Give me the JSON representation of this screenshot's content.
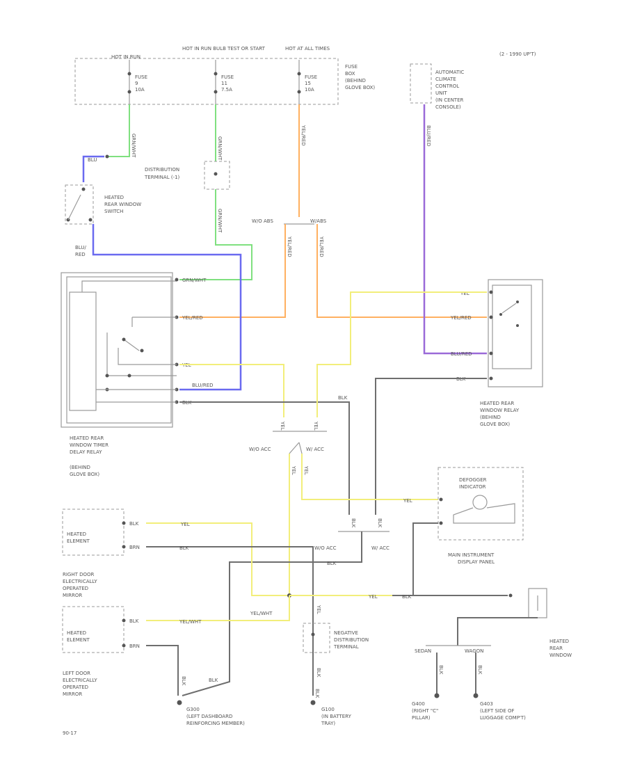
{
  "header": {
    "tag": "(2 - 1990 UP'T)"
  },
  "fuse_box": {
    "source_1": "HOT IN RUN",
    "source_2": "HOT IN RUN BULB TEST OR START",
    "source_3": "HOT AT ALL TIMES",
    "fuse_1": [
      "FUSE",
      "9",
      "10A"
    ],
    "fuse_2": [
      "FUSE",
      "11",
      "7.5A"
    ],
    "fuse_3": [
      "FUSE",
      "15",
      "10A"
    ],
    "label": [
      "FUSE",
      "BOX",
      "(BEHIND",
      "GLOVE BOX)"
    ]
  },
  "climate_unit": {
    "label": [
      "AUTOMATIC",
      "CLIMATE",
      "CONTROL",
      "UNIT",
      "(IN CENTER",
      "CONSOLE)"
    ]
  },
  "wire_labels": {
    "w1": "GRN/WHT",
    "w2": "GRN/WHT",
    "w3": "YEL/RED",
    "w4": "BLU",
    "w5": "BLU/RED",
    "w6": "YEL/RED",
    "w7": "YEL/RED",
    "w8": "BLU/RED",
    "w9": "GRN/WHT",
    "w10": "YEL/RED",
    "w11": "YEL",
    "w12": "BLK",
    "w13": "YEL",
    "w14": "YEL/RED",
    "w15": "BLU/RED",
    "w16": "BLK",
    "w17": "YEL",
    "w18": "YEL",
    "w19": "YEL",
    "w20": "YEL",
    "w21": "YEL",
    "w22": "BLK",
    "w23": "YEL",
    "w24": "BRN",
    "w25": "BLK",
    "w26": "BLK",
    "w27": "BLK",
    "w28": "YEL/WHT",
    "w29": "BRN",
    "w30": "YEL/WHT",
    "w31": "BLK",
    "w32": "BLK",
    "w33": "BLK",
    "w34": "YEL",
    "w35": "BLK",
    "w36": "BLK",
    "w37": "BLK",
    "w38": "BLK",
    "w39": "BLK",
    "w40": "BLK",
    "w41": "BLK",
    "w42": "BLU/RED",
    "w43": "YEL"
  },
  "components": {
    "dist_terminal": [
      "DISTRIBUTION",
      "TERMINAL (-1)"
    ],
    "switch": [
      "HEATED",
      "REAR WINDOW",
      "SWITCH"
    ],
    "switch_out": [
      "BLU/",
      "RED"
    ],
    "splice_top": [
      "W/O ABS",
      "W/ABS"
    ],
    "timer_relay": [
      "HEATED REAR",
      "WINDOW TIMER",
      "DELAY RELAY",
      "(BEHIND",
      "GLOVE BOX)"
    ],
    "window_relay": [
      "HEATED REAR",
      "WINDOW RELAY",
      "(BEHIND",
      "GLOVE BOX)"
    ],
    "splice_mid": [
      "W/O ACC",
      "W/ ACC"
    ],
    "defogger": [
      "DEFOGGER",
      "INDICATOR"
    ],
    "instrument": [
      "MAIN INSTRUMENT",
      "DISPLAY PANEL"
    ],
    "splice_low": [
      "W/O ACC",
      "W/ ACC"
    ],
    "right_elem": [
      "HEATED",
      "ELEMENT"
    ],
    "right_mirror": [
      "RIGHT DOOR",
      "ELECTRICALLY",
      "OPERATED",
      "MIRROR"
    ],
    "left_elem": [
      "HEATED",
      "ELEMENT"
    ],
    "left_mirror": [
      "LEFT DOOR",
      "ELECTRICALLY",
      "OPERATED",
      "MIRROR"
    ],
    "neg_terminal": [
      "NEGATIVE",
      "DISTRIBUTION",
      "TERMINAL"
    ],
    "rear_window": [
      "HEATED",
      "REAR",
      "WINDOW"
    ],
    "sedan": "SEDAN",
    "wagon": "WAGON"
  },
  "grounds": {
    "g1": [
      "G300",
      "(LEFT DASHBOARD",
      "REINFORCING MEMBER)"
    ],
    "g2": [
      "G100",
      "(IN BATTERY",
      "TRAY)"
    ],
    "g3": [
      "G400",
      "(RIGHT \"C\"",
      "PILLAR)"
    ],
    "g4": [
      "G403",
      "(LEFT SIDE OF",
      "LUGGAGE COMP'T)"
    ]
  },
  "footer": {
    "code": "90-17"
  }
}
